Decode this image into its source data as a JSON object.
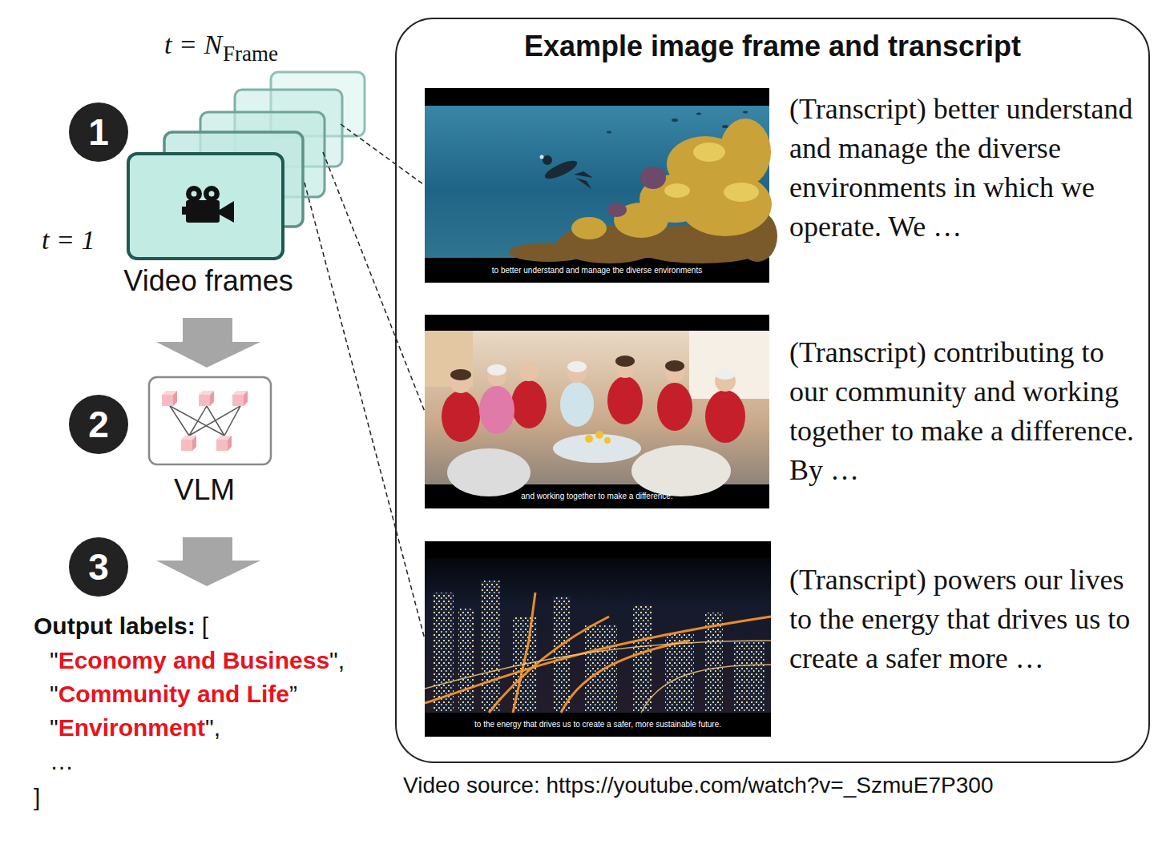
{
  "diagram": {
    "nodes": [
      {
        "text": [
          "1"
        ]
      },
      {
        "text": [
          "Video frames"
        ]
      },
      {
        "text": [
          "2"
        ]
      },
      {
        "text": [
          "VLM"
        ]
      },
      {
        "text": [
          "3"
        ]
      },
      {
        "text": [
          "Example image frame and transcript"
        ]
      },
      {
        "text": [
          "to better understand and manage the diverse environments"
        ],
        "in": 5
      },
      {
        "text": [
          "and working together to make a difference."
        ],
        "in": 5
      },
      {
        "text": [
          "to the energy that drives us to create a safer, more sustainable future."
        ],
        "in": 5
      }
    ],
    "edges": [
      {
        "from": 1,
        "to": 6,
        "arrow": "none"
      },
      {
        "from": 1,
        "to": 7,
        "arrow": "none"
      },
      {
        "from": 1,
        "to": 8,
        "arrow": "none"
      }
    ],
    "labels": [
      "t = N",
      "Frame",
      "t = 1",
      "Output labels:",
      "[",
      "\"",
      "Economy and Business",
      "\",",
      "\"",
      "Community and Life",
      "”",
      "\"",
      "Environment",
      "\",",
      "…",
      "]",
      "(Transcript) better understand and manage the diverse environments in which we operate. We …",
      "(Transcript) contributing to our community and working together to make a difference. By …",
      "(Transcript) powers our lives to the energy that drives us to create a safer more …",
      "Video source: https://youtube.com/watch?v=_SzmuE7P300"
    ]
  }
}
